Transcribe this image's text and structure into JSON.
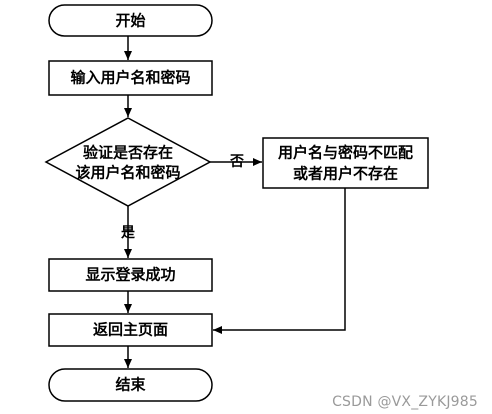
{
  "flowchart": {
    "start": "开始",
    "input": "输入用户名和密码",
    "decision": [
      "验证是否存在",
      "该用户名和密码"
    ],
    "error": [
      "用户名与密码不匹配",
      "或者用户不存在"
    ],
    "success": "显示登录成功",
    "return_home": "返回主页面",
    "end": "结束",
    "label_no": "否",
    "label_yes": "是"
  },
  "watermark": "CSDN @VX_ZYKJ985"
}
